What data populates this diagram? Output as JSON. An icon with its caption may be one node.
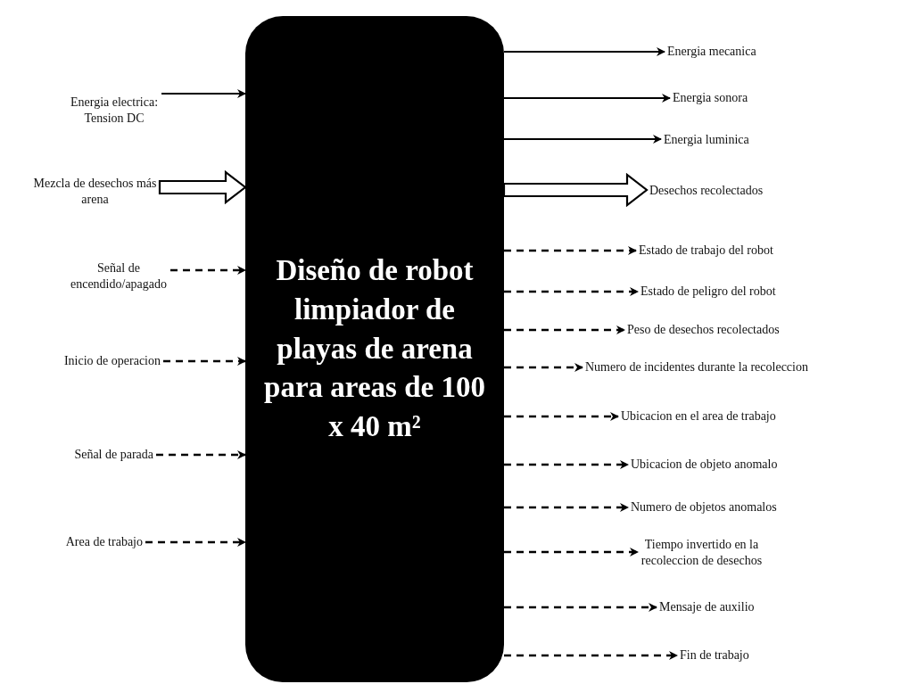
{
  "diagram": {
    "nodes": [
      {
        "text": [
          "Diseño de robot limpiador de playas de arena para areas de 100 x 40 m²"
        ]
      },
      {
        "text": [
          "Energia electrica: Tension DC"
        ]
      },
      {
        "text": [
          "Mezcla de desechos más arena"
        ]
      },
      {
        "text": [
          "Señal de encendido/apagado"
        ]
      },
      {
        "text": [
          "Inicio de operacion"
        ]
      },
      {
        "text": [
          "Señal de parada"
        ]
      },
      {
        "text": [
          "Area de trabajo"
        ]
      },
      {
        "text": [
          "Energia mecanica"
        ]
      },
      {
        "text": [
          "Energia sonora"
        ]
      },
      {
        "text": [
          "Energia luminica"
        ]
      },
      {
        "text": [
          "Desechos recolectados"
        ]
      },
      {
        "text": [
          "Estado de trabajo del robot"
        ]
      },
      {
        "text": [
          "Estado de peligro del robot"
        ]
      },
      {
        "text": [
          "Peso de desechos recolectados"
        ]
      },
      {
        "text": [
          "Numero de incidentes durante la recoleccion"
        ]
      },
      {
        "text": [
          "Ubicacion en el area de trabajo"
        ]
      },
      {
        "text": [
          "Ubicacion de objeto anomalo"
        ]
      },
      {
        "text": [
          "Numero de objetos anomalos"
        ]
      },
      {
        "text": [
          "Tiempo invertido en la recoleccion de desechos"
        ]
      },
      {
        "text": [
          "Mensaje de auxilio"
        ]
      },
      {
        "text": [
          "Fin de trabajo"
        ]
      }
    ],
    "edges": [
      {
        "from": 1,
        "to": 0,
        "arrow": "to"
      },
      {
        "from": 2,
        "to": 0,
        "arrow": "to",
        "style": "thick"
      },
      {
        "from": 3,
        "to": 0,
        "arrow": "to",
        "style": "dashed"
      },
      {
        "from": 4,
        "to": 0,
        "arrow": "to",
        "style": "dashed"
      },
      {
        "from": 5,
        "to": 0,
        "arrow": "to",
        "style": "dashed"
      },
      {
        "from": 6,
        "to": 0,
        "arrow": "to",
        "style": "dashed"
      },
      {
        "from": 0,
        "to": 7,
        "arrow": "to"
      },
      {
        "from": 0,
        "to": 8,
        "arrow": "to"
      },
      {
        "from": 0,
        "to": 9,
        "arrow": "to"
      },
      {
        "from": 0,
        "to": 10,
        "arrow": "to",
        "style": "thick"
      },
      {
        "from": 0,
        "to": 11,
        "arrow": "to",
        "style": "dashed"
      },
      {
        "from": 0,
        "to": 12,
        "arrow": "to",
        "style": "dashed"
      },
      {
        "from": 0,
        "to": 13,
        "arrow": "to",
        "style": "dashed"
      },
      {
        "from": 0,
        "to": 14,
        "arrow": "to",
        "style": "dashed"
      },
      {
        "from": 0,
        "to": 15,
        "arrow": "to",
        "style": "dashed"
      },
      {
        "from": 0,
        "to": 16,
        "arrow": "to",
        "style": "dashed"
      },
      {
        "from": 0,
        "to": 17,
        "arrow": "to",
        "style": "dashed"
      },
      {
        "from": 0,
        "to": 18,
        "arrow": "to",
        "style": "dashed"
      },
      {
        "from": 0,
        "to": 19,
        "arrow": "to",
        "style": "dashed"
      },
      {
        "from": 0,
        "to": 20,
        "arrow": "to",
        "style": "dashed"
      }
    ]
  }
}
